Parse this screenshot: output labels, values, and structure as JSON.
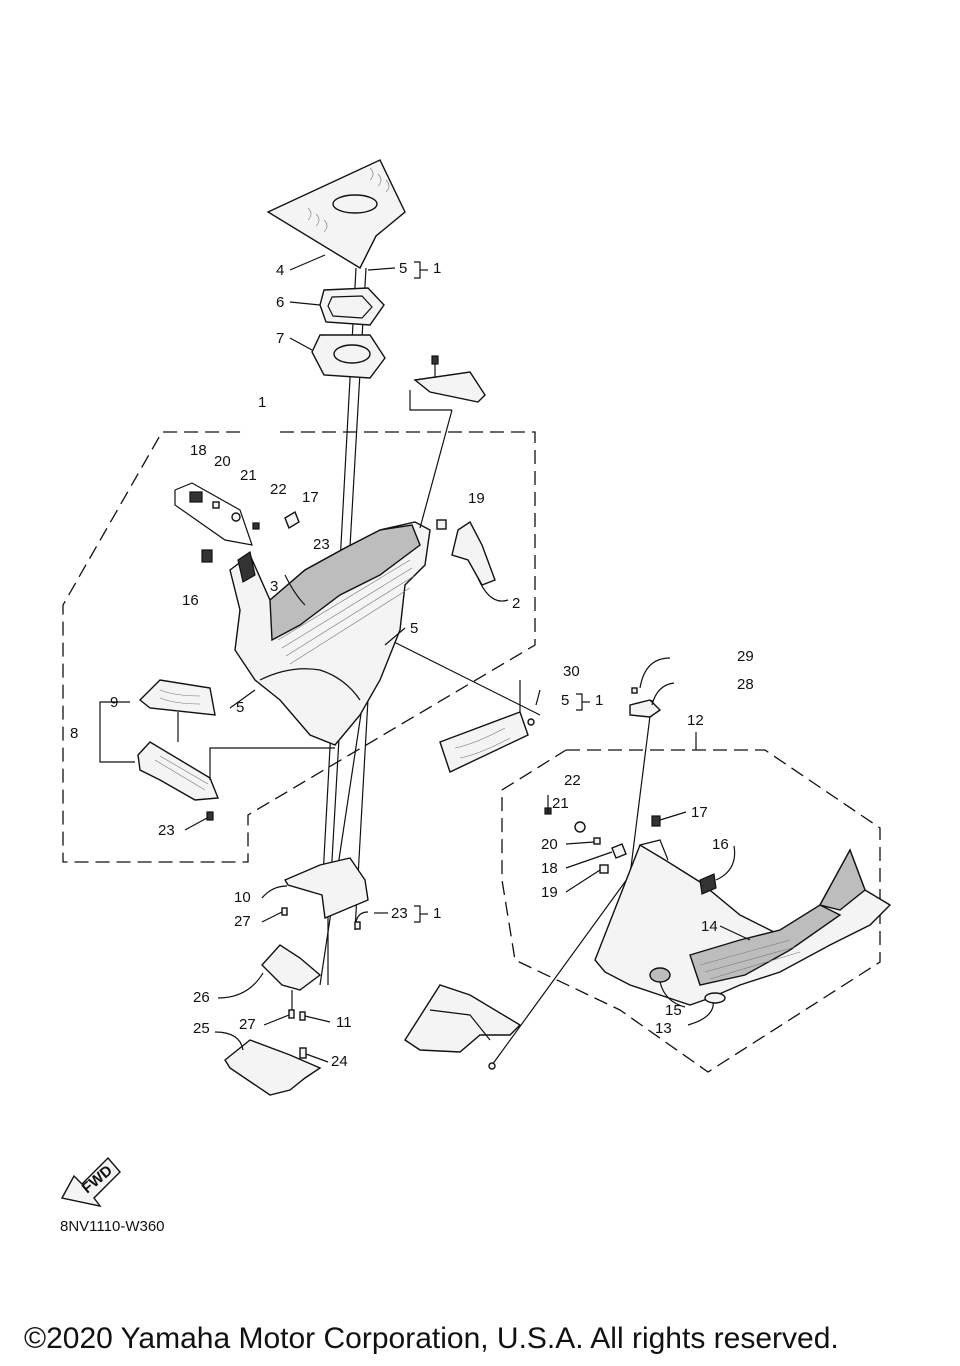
{
  "diagram": {
    "callouts": {
      "c4": "4",
      "c5a": "5",
      "c1a": "1",
      "c6": "6",
      "c7": "7",
      "c1b": "1",
      "c18a": "18",
      "c20a": "20",
      "c21a": "21",
      "c22a": "22",
      "c17a": "17",
      "c19a": "19",
      "c23a": "23",
      "c3": "3",
      "c16a": "16",
      "c2": "2",
      "c5b": "5",
      "c5c": "5",
      "c9": "9",
      "c8": "8",
      "c23b": "23",
      "c30": "30",
      "c5d": "5",
      "c1c": "1",
      "c29": "29",
      "c28": "28",
      "c12": "12",
      "c22b": "22",
      "c21b": "21",
      "c20b": "20",
      "c18b": "18",
      "c19b": "19",
      "c17b": "17",
      "c16b": "16",
      "c14": "14",
      "c15": "15",
      "c13": "13",
      "c10": "10",
      "c27a": "27",
      "c23c": "23",
      "c1d": "1",
      "c26": "26",
      "c27b": "27",
      "c11": "11",
      "c25": "25",
      "c24": "24"
    },
    "fwd_label": "FWD",
    "diagram_code": "8NV1110-W360",
    "copyright": "©2020 Yamaha Motor Corporation, U.S.A. All rights reserved."
  }
}
